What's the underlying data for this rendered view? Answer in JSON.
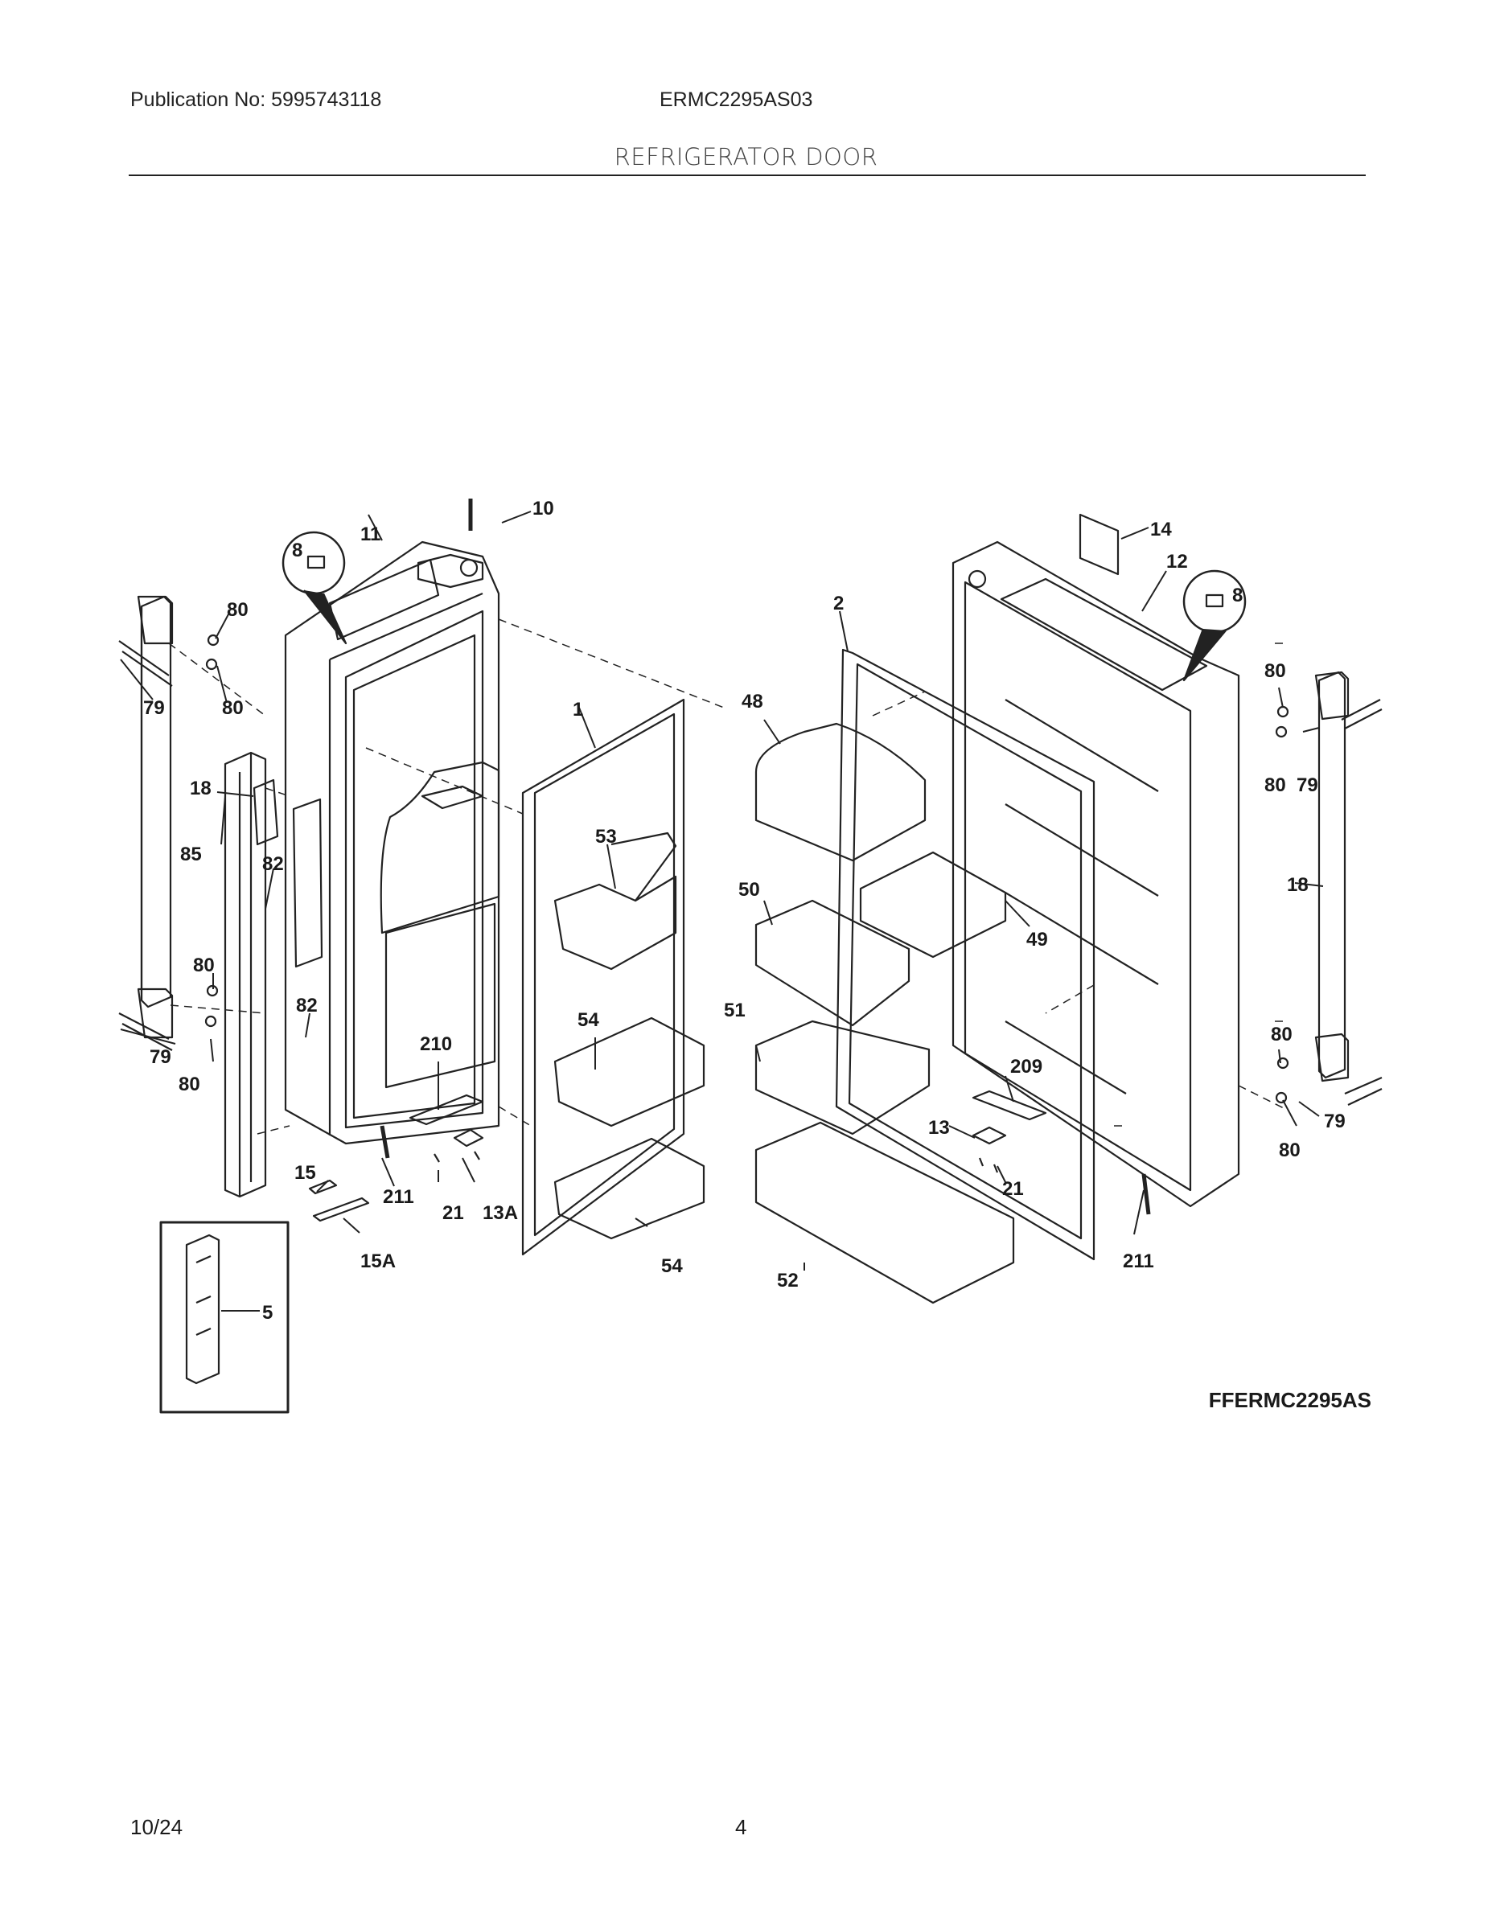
{
  "header": {
    "publication": "Publication No: 5995743118",
    "model": "ERMC2295AS03",
    "title": "REFRIGERATOR DOOR"
  },
  "diagram": {
    "figure_id": "FFERMC2295AS",
    "callouts": {
      "c10": "10",
      "c11": "11",
      "c8a": "8",
      "c8b": "8",
      "c80a": "80",
      "c80b": "80",
      "c79a": "79",
      "c18a": "18",
      "c85": "85",
      "c82a": "82",
      "c80c": "80",
      "c82b": "82",
      "c79b": "79",
      "c80d": "80",
      "c210": "210",
      "c15": "15",
      "c211a": "211",
      "c21a": "21",
      "c13a": "13A",
      "c15a": "15A",
      "c5": "5",
      "c1": "1",
      "c53": "53",
      "c54a": "54",
      "c54b": "54",
      "c14": "14",
      "c12": "12",
      "c2": "2",
      "c48": "48",
      "c50": "50",
      "c49": "49",
      "c51": "51",
      "c52": "52",
      "c209": "209",
      "c13": "13",
      "c21b": "21",
      "c211b": "211",
      "c80e": "80",
      "c80f": "80",
      "c79c": "79",
      "c18b": "18",
      "c80g": "80",
      "c79d": "79",
      "c80h": "80"
    }
  },
  "footer": {
    "date": "10/24",
    "page": "4"
  }
}
